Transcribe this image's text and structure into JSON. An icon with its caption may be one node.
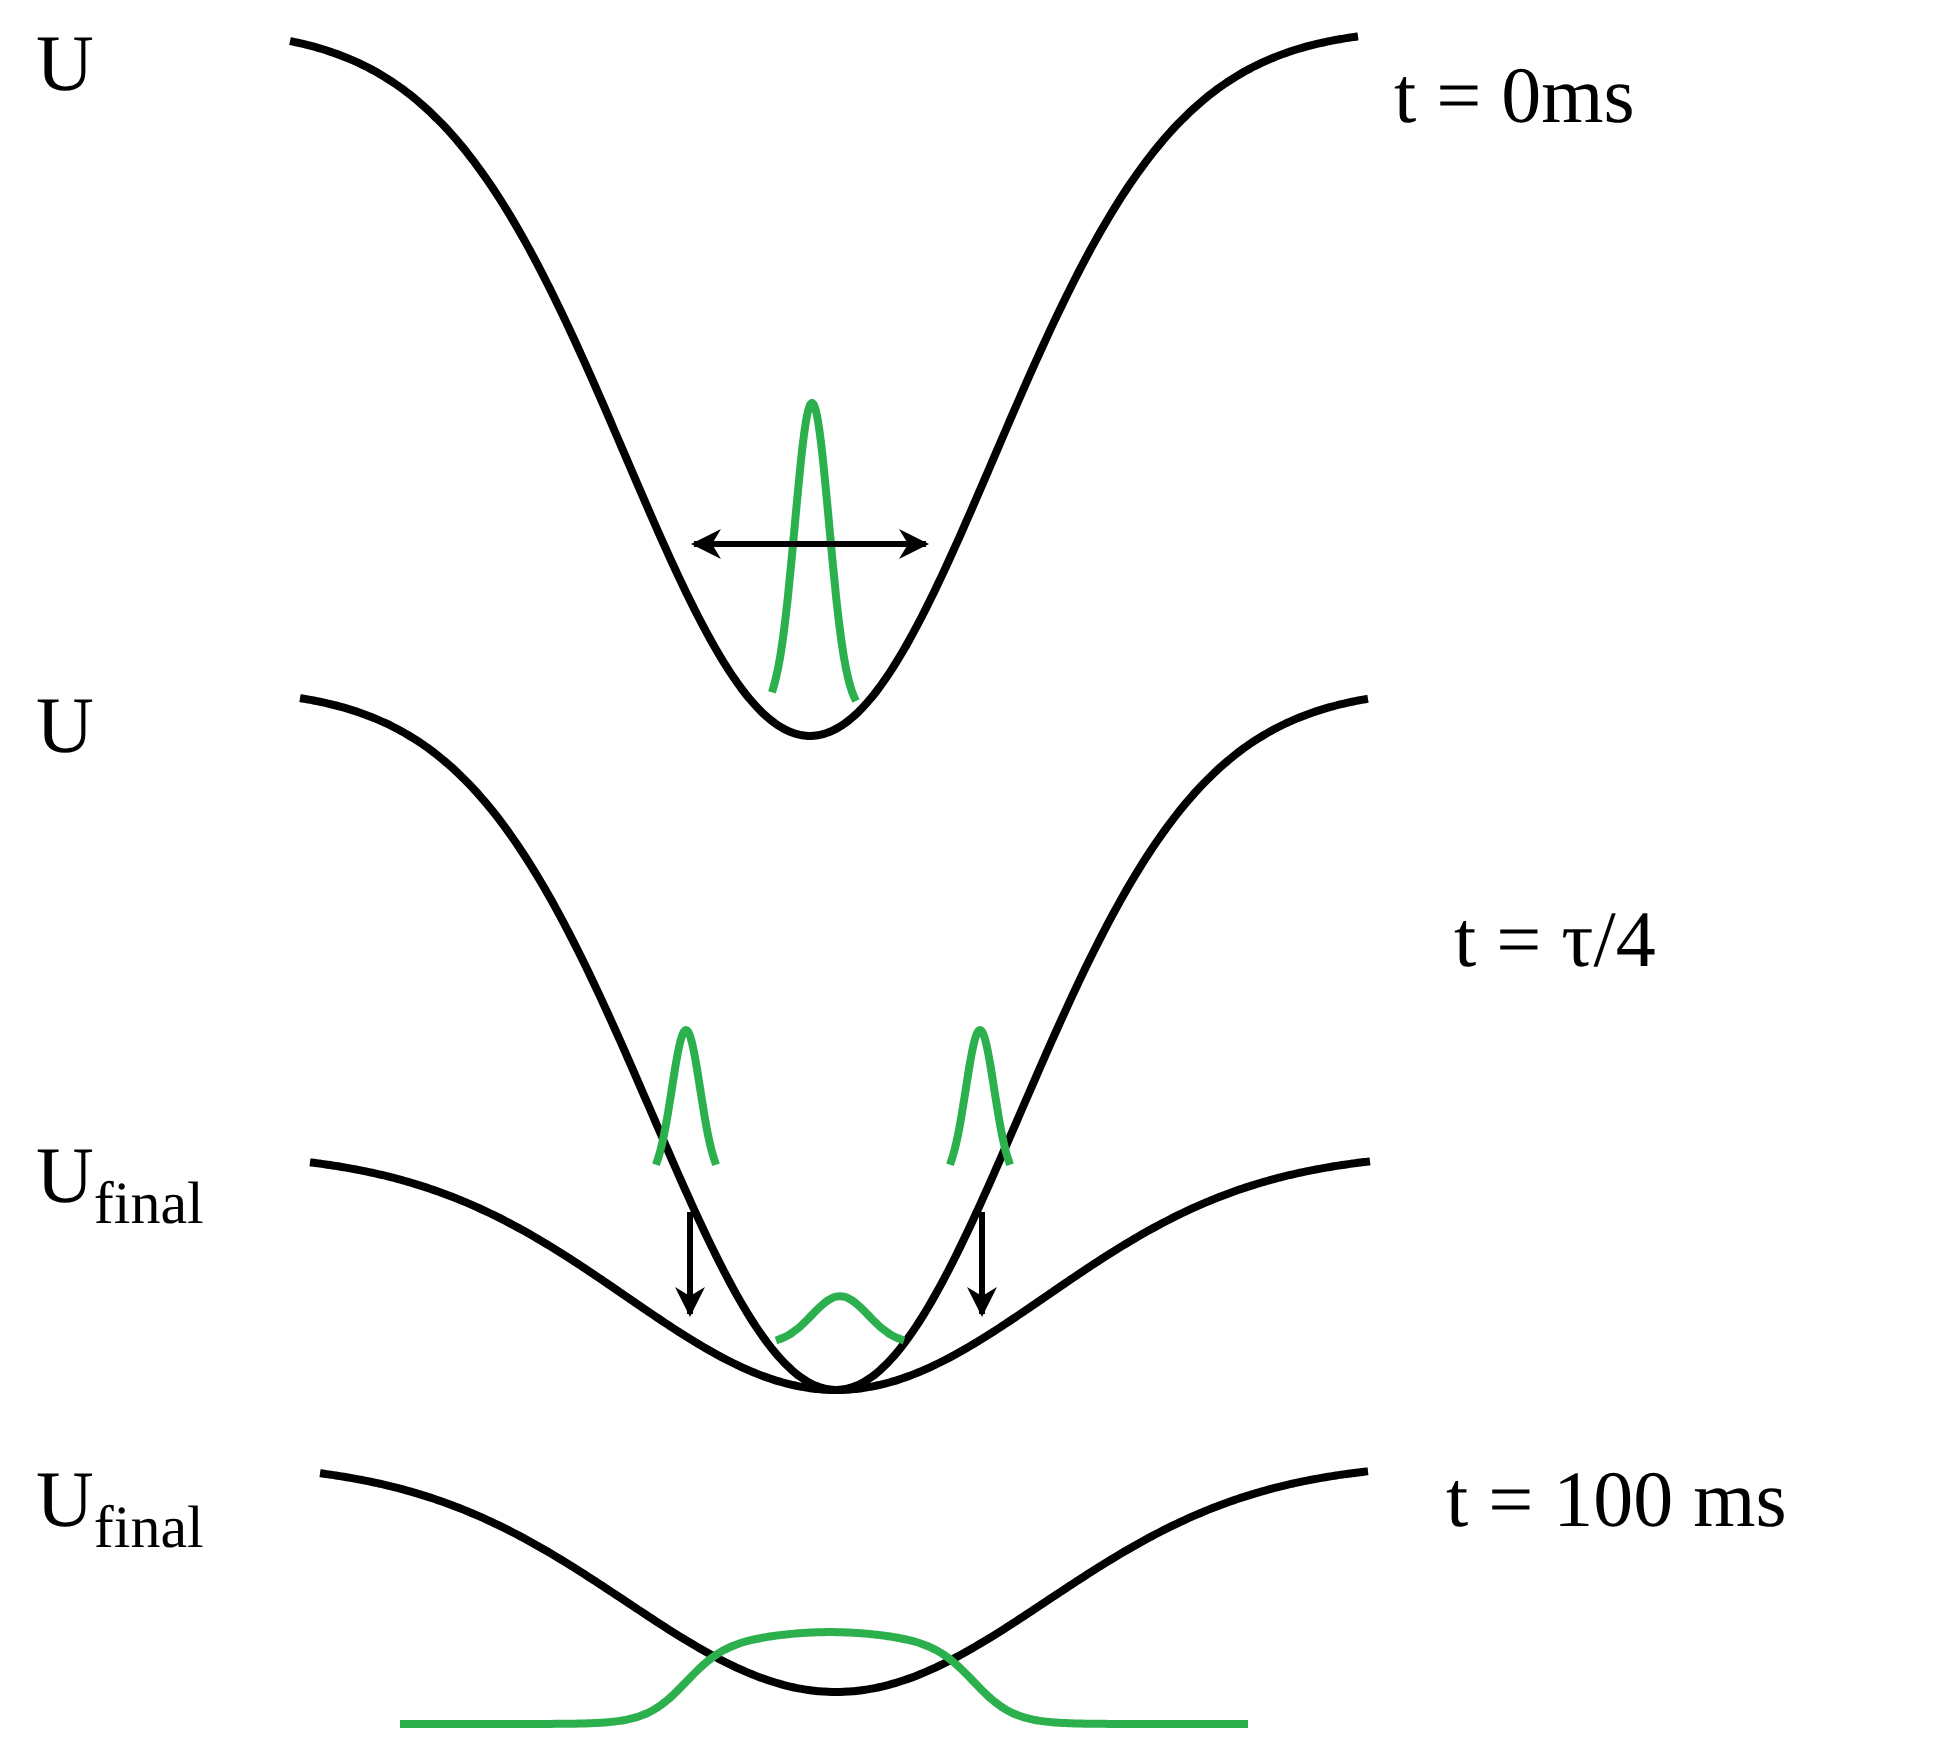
{
  "diagram": {
    "labels": [
      "U",
      "t = 0ms",
      "U",
      "t = τ/4",
      "U$_{final}$",
      "U$_{final}$",
      "t = 100 ms"
    ]
  }
}
